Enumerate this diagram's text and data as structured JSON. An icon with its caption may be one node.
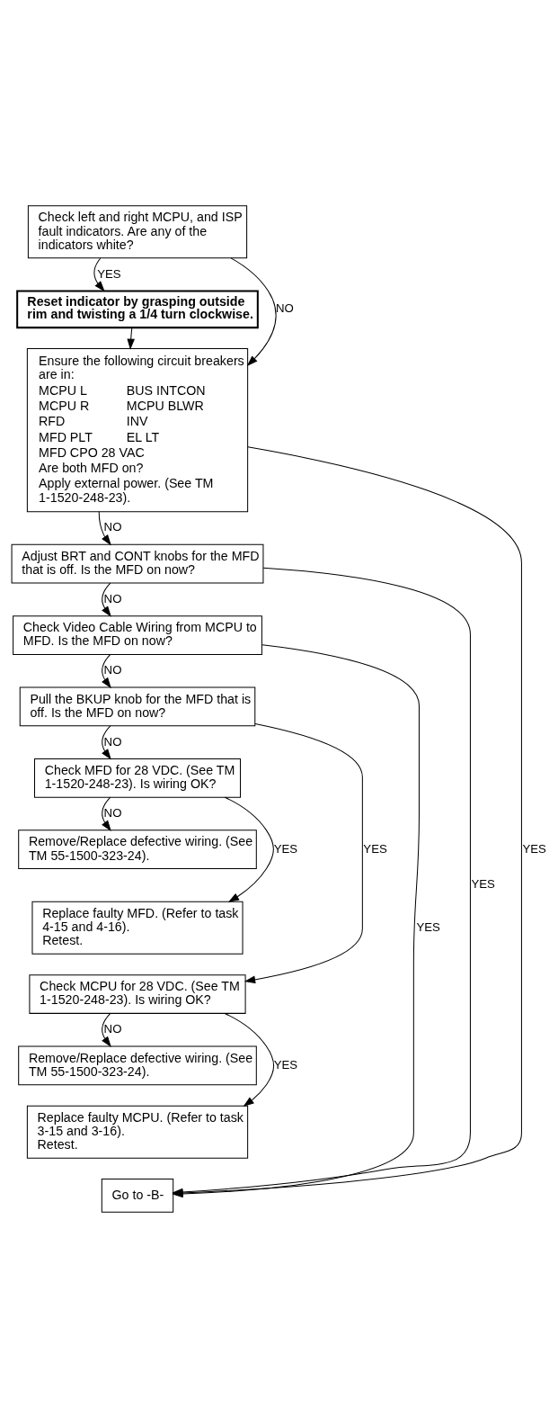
{
  "diagram": {
    "nodes": [
      {
        "text": [
          "Check left and right MCPU, and ISP fault indicators. Are any of the indicators white?"
        ]
      },
      {
        "text": [
          "Reset indicator by grasping outside rim and twisting a 1/4 turn clockwise."
        ]
      },
      {
        "text": [
          "Ensure the following circuit breakers are in:",
          "MCPU L",
          "BUS INTCON",
          "MCPU R",
          "MCPU BLWR",
          "RFD",
          "INV",
          "MFD PLT",
          "EL LT",
          "MFD CPO 28 VAC",
          "Are both MFD on?",
          "Apply external power. (See TM 1-1520-248-23)."
        ]
      },
      {
        "text": [
          "Adjust BRT and CONT knobs for the MFD that is off. Is the MFD on now?"
        ]
      },
      {
        "text": [
          "Check Video Cable Wiring from MCPU to MFD. Is the MFD on now?"
        ]
      },
      {
        "text": [
          "Pull the BKUP knob for the MFD that is off. Is the MFD on now?"
        ]
      },
      {
        "text": [
          "Check MFD for 28 VDC. (See TM 1-1520-248-23). Is wiring OK?"
        ]
      },
      {
        "text": [
          "Remove/Replace defective wiring. (See TM 55-1500-323-24)."
        ]
      },
      {
        "text": [
          "Replace faulty MFD. (Refer to task 4-15 and 4-16).",
          "Retest."
        ]
      },
      {
        "text": [
          "Check MCPU for 28 VDC. (See TM 1-1520-248-23). Is wiring OK?"
        ]
      },
      {
        "text": [
          "Remove/Replace defective wiring. (See TM 55-1500-323-24)."
        ]
      },
      {
        "text": [
          "Replace faulty MCPU. (Refer to task 3-15 and 3-16).",
          "Retest."
        ]
      },
      {
        "text": [
          "Go to -B-"
        ]
      }
    ],
    "edges": [
      {
        "from": 0,
        "to": 1,
        "arrow": "to",
        "label": "YES"
      },
      {
        "from": 0,
        "to": 2,
        "arrow": "to",
        "label": "NO"
      },
      {
        "from": 1,
        "to": 2,
        "arrow": "to"
      },
      {
        "from": 2,
        "to": 3,
        "arrow": "to",
        "label": "NO"
      },
      {
        "from": 2,
        "to": 12,
        "arrow": "to",
        "label": "YES"
      },
      {
        "from": 3,
        "to": 4,
        "arrow": "to",
        "label": "NO"
      },
      {
        "from": 3,
        "to": 12,
        "arrow": "to",
        "label": "YES"
      },
      {
        "from": 4,
        "to": 5,
        "arrow": "to",
        "label": "NO"
      },
      {
        "from": 4,
        "to": 12,
        "arrow": "to",
        "label": "YES"
      },
      {
        "from": 5,
        "to": 6,
        "arrow": "to",
        "label": "NO"
      },
      {
        "from": 5,
        "to": 9,
        "arrow": "to",
        "label": "YES"
      },
      {
        "from": 6,
        "to": 7,
        "arrow": "to",
        "label": "NO"
      },
      {
        "from": 6,
        "to": 8,
        "arrow": "to",
        "label": "YES"
      },
      {
        "from": 9,
        "to": 10,
        "arrow": "to",
        "label": "NO"
      },
      {
        "from": 9,
        "to": 11,
        "arrow": "to",
        "label": "YES"
      }
    ]
  }
}
